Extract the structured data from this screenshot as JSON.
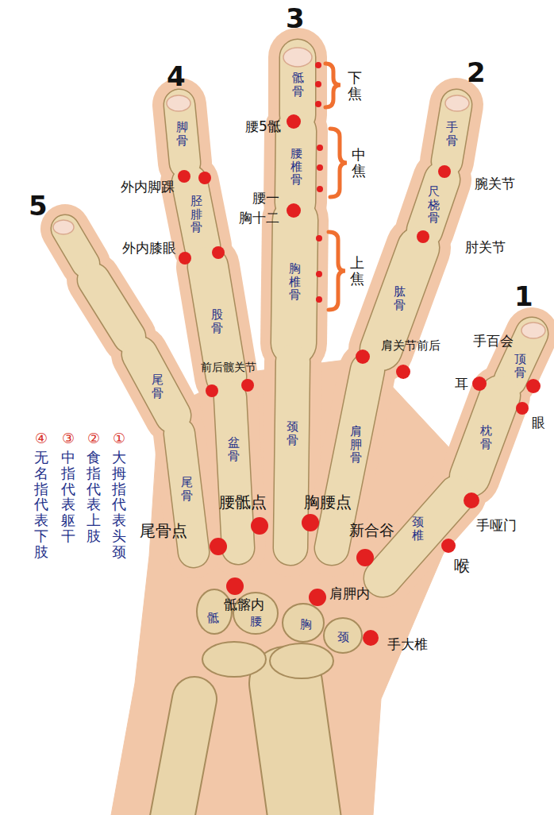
{
  "diagram": {
    "labels": [
      "3",
      "4",
      "2",
      "5",
      "1",
      "骶骨",
      "下焦",
      "腰5骶",
      "腰椎骨",
      "中焦",
      "腰一",
      "胸十二",
      "胸椎骨",
      "上焦",
      "颈骨",
      "脚骨",
      "外内脚踝",
      "胫腓骨",
      "外内膝眼",
      "股骨",
      "前后髋关节",
      "盆骨",
      "尾骨",
      "尾骨",
      "手骨",
      "腕关节",
      "尺桡骨",
      "肘关节",
      "肱骨",
      "肩关节前后",
      "肩胛骨",
      "手百会",
      "顶骨",
      "耳",
      "眼",
      "枕骨",
      "手哑门",
      "颈椎",
      "喉",
      "新合谷",
      "胸腰点",
      "腰骶点",
      "尾骨点",
      "骶髂内",
      "肩胛内",
      "手大椎",
      "骶",
      "腰",
      "胸",
      "颈",
      "①",
      "②",
      "③",
      "④",
      "大拇指代表头颈",
      "食指代表上肢",
      "中指代表躯干",
      "无名指代表下肢"
    ]
  }
}
